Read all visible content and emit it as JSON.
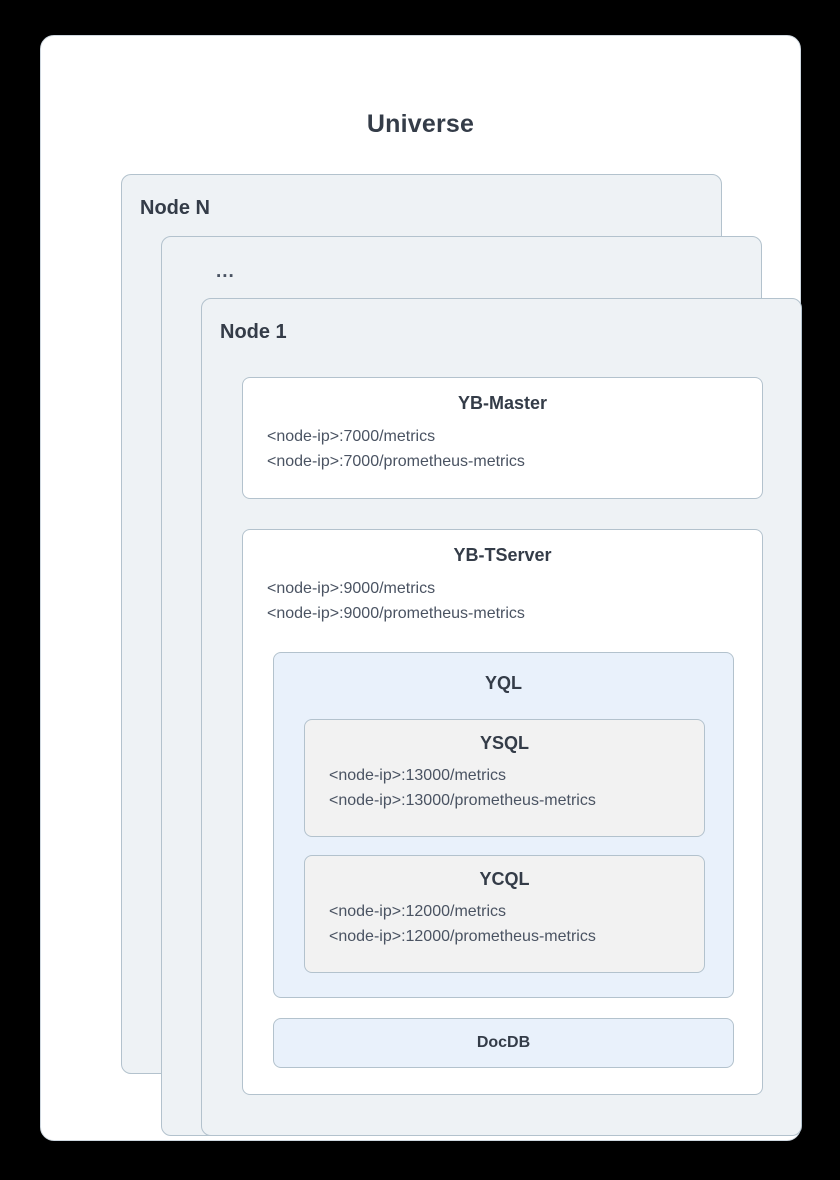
{
  "diagram": {
    "title": "Universe",
    "nodes": [
      {
        "label": "Node N"
      },
      {
        "label": "..."
      },
      {
        "label": "Node 1"
      }
    ],
    "components": {
      "master": {
        "title": "YB-Master",
        "endpoints": [
          "<node-ip>:7000/metrics",
          "<node-ip>:7000/prometheus-metrics"
        ]
      },
      "tserver": {
        "title": "YB-TServer",
        "endpoints": [
          "<node-ip>:9000/metrics",
          "<node-ip>:9000/prometheus-metrics"
        ]
      },
      "yql": {
        "title": "YQL"
      },
      "ysql": {
        "title": "YSQL",
        "endpoints": [
          "<node-ip>:13000/metrics",
          "<node-ip>:13000/prometheus-metrics"
        ]
      },
      "ycql": {
        "title": "YCQL",
        "endpoints": [
          "<node-ip>:12000/metrics",
          "<node-ip>:12000/prometheus-metrics"
        ]
      },
      "docdb": {
        "title": "DocDB"
      }
    },
    "colors": {
      "page_background": "#000000",
      "card_background": "#ffffff",
      "node_background": "#eef2f5",
      "node_border": "#b3c2cd",
      "blue_fill": "#e9f1fb",
      "gray_fill": "#f2f2f2",
      "title_text": "#343c48",
      "body_text": "#4a5362"
    }
  }
}
